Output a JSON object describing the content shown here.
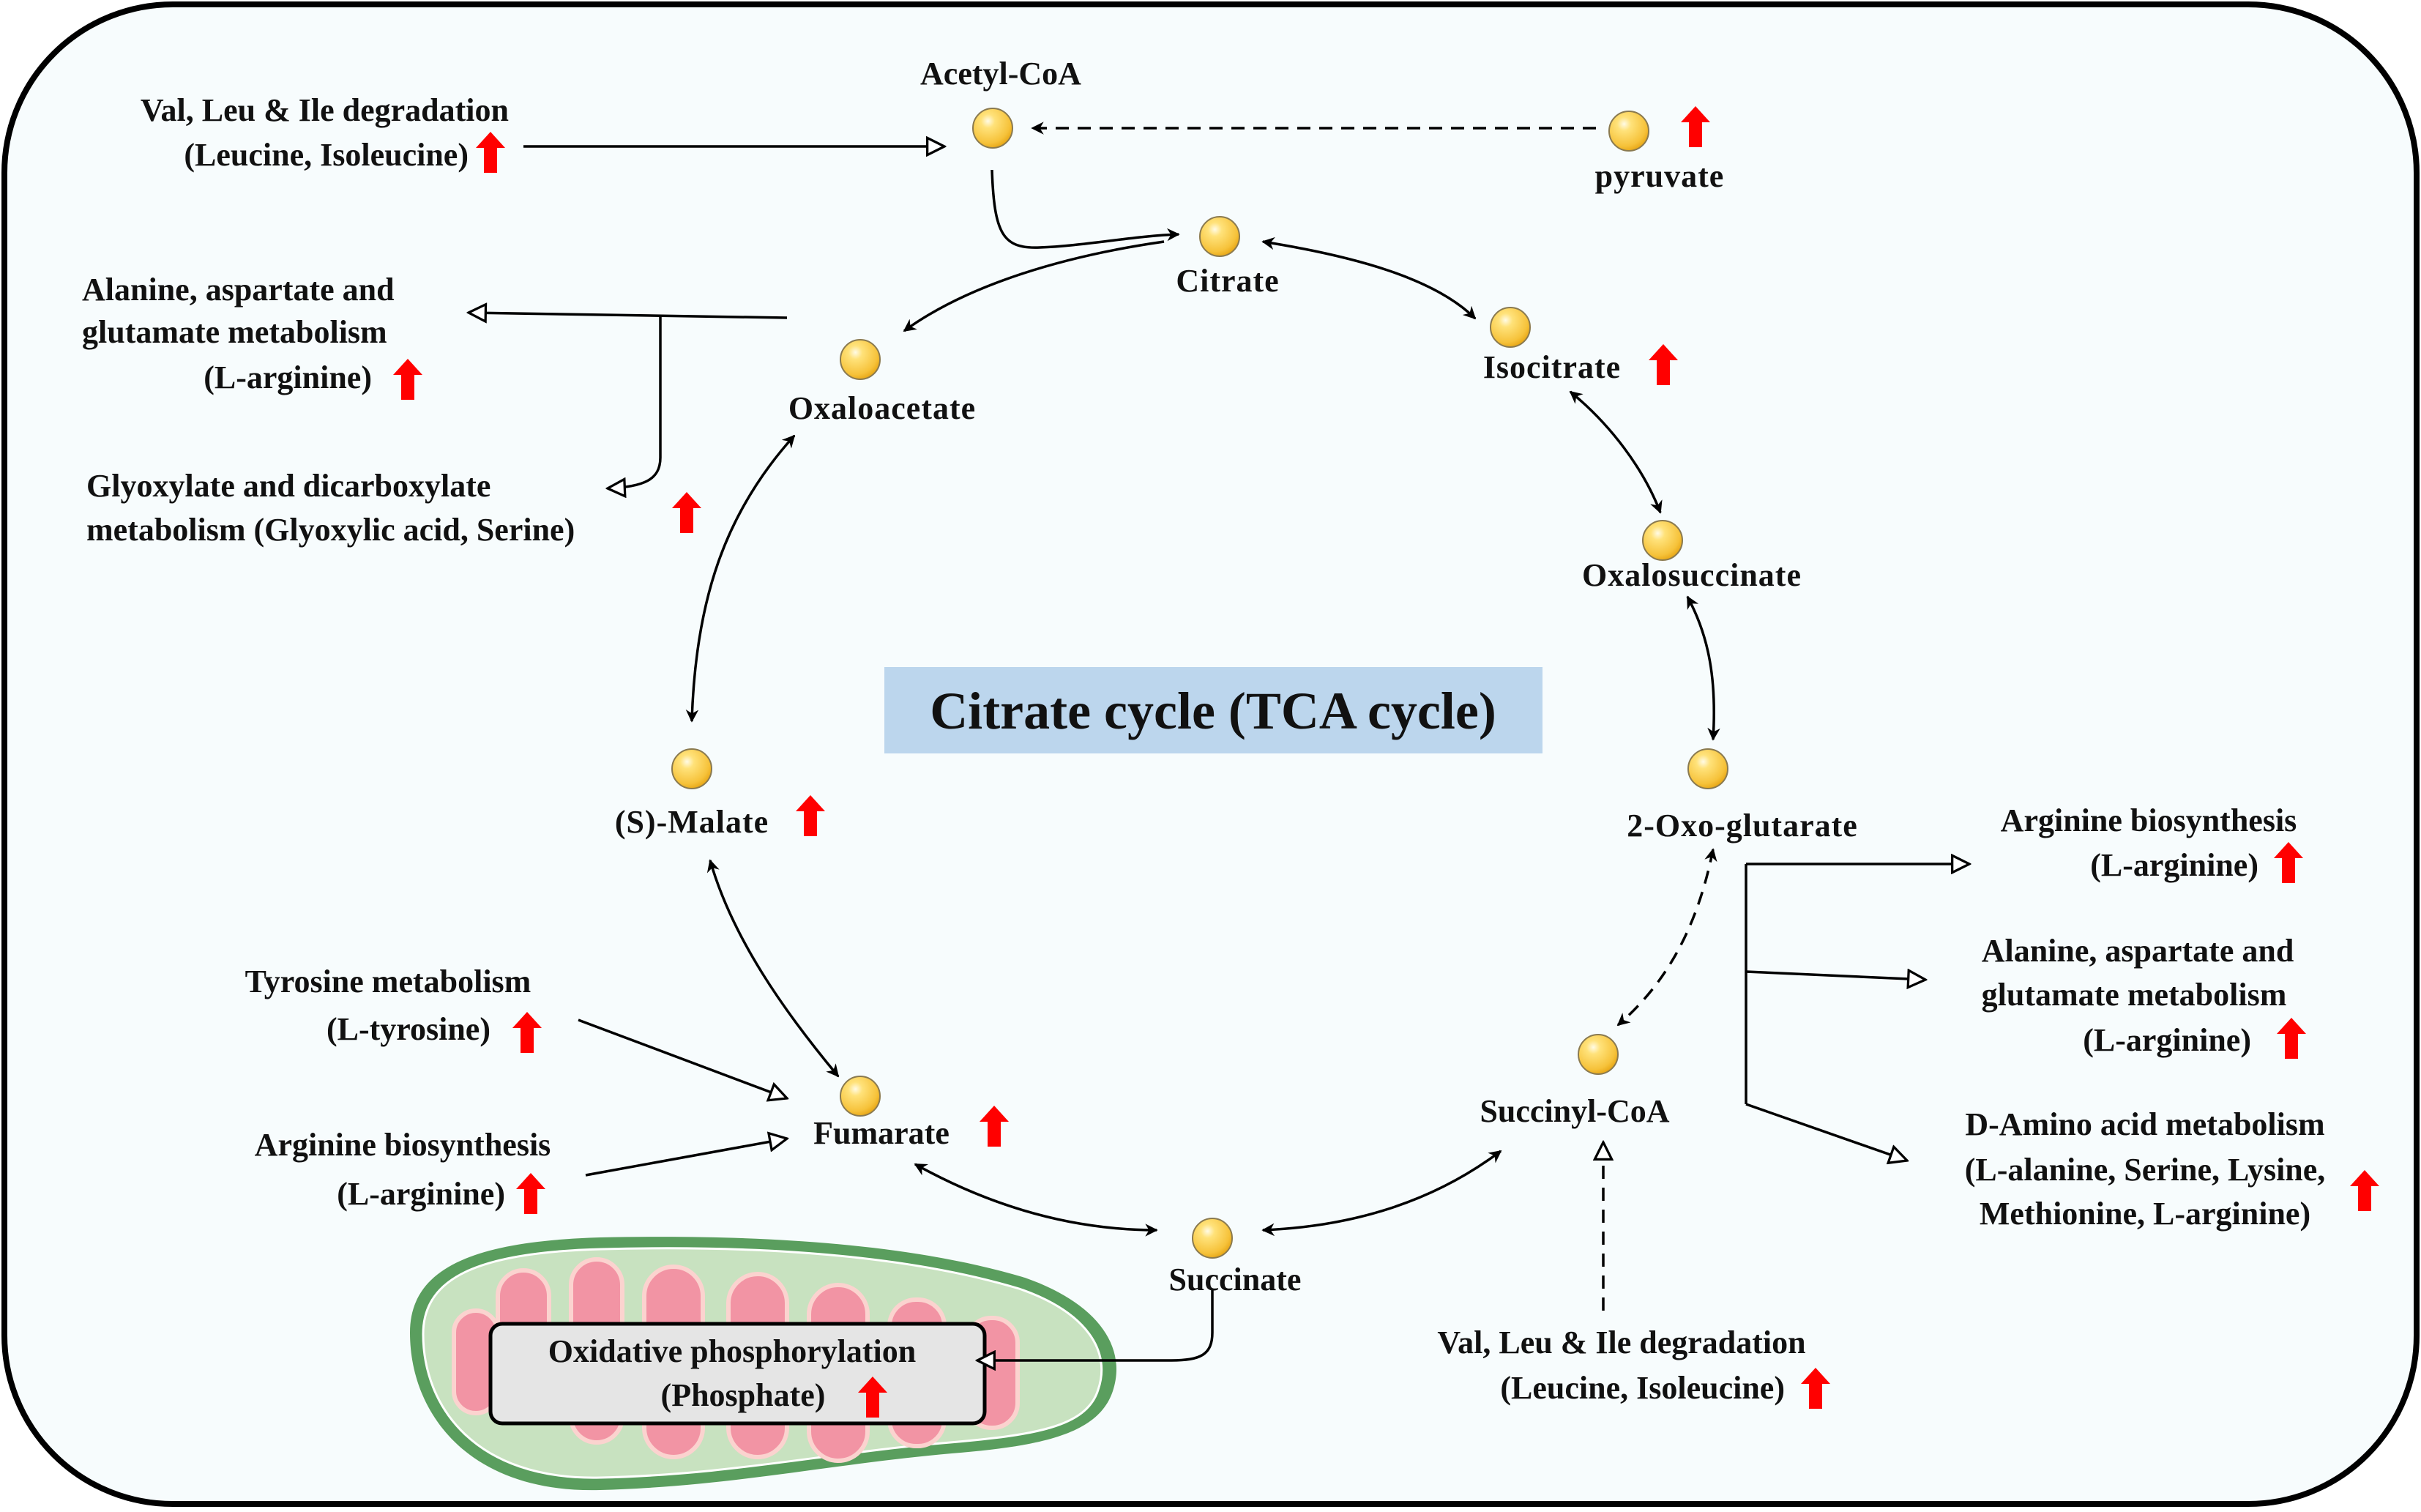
{
  "title": "Citrate cycle (TCA cycle)",
  "colors": {
    "background": "#f7fcfd",
    "title_box": "#bcd6ed",
    "up_arrow": "#ff0000",
    "node_ball": "#f8c93a",
    "node_ball_light": "#fff2b8",
    "mito_outer": "#5a9e5e",
    "mito_inner": "#c8e2c0",
    "mito_cristae": "#f294a4",
    "oxphos_box": "#e5e5e5"
  },
  "nodes": {
    "acetyl_coa": {
      "label": "Acetyl-CoA",
      "upregulated": false
    },
    "pyruvate": {
      "label": "pyruvate",
      "upregulated": true
    },
    "citrate": {
      "label": "Citrate",
      "upregulated": false
    },
    "isocitrate": {
      "label": "Isocitrate",
      "upregulated": true
    },
    "oxalosuccinate": {
      "label": "Oxalosuccinate",
      "upregulated": false
    },
    "oxoglutarate": {
      "label": "2-Oxo-glutarate",
      "upregulated": false
    },
    "succinyl_coa": {
      "label": "Succinyl-CoA",
      "upregulated": false
    },
    "succinate": {
      "label": "Succinate",
      "upregulated": false
    },
    "fumarate": {
      "label": "Fumarate",
      "upregulated": true
    },
    "malate": {
      "label": "(S)-Malate",
      "upregulated": true
    },
    "oxaloacetate": {
      "label": "Oxaloacetate",
      "upregulated": false
    }
  },
  "pathways": {
    "val_leu_ile_top": {
      "line1": "Val, Leu & Ile degradation",
      "line2": "(Leucine, Isoleucine)",
      "upregulated": true
    },
    "ala_asp_glu_left": {
      "line1": "Alanine, aspartate and",
      "line2": "glutamate metabolism",
      "line3": "(L-arginine)",
      "upregulated": true
    },
    "glyoxylate": {
      "line1": "Glyoxylate and dicarboxylate",
      "line2": "metabolism (Glyoxylic acid, Serine)",
      "upregulated": true
    },
    "tyrosine": {
      "line1": "Tyrosine metabolism",
      "line2": "(L-tyrosine)",
      "upregulated": true
    },
    "arginine_left": {
      "line1": "Arginine biosynthesis",
      "line2": "(L-arginine)",
      "upregulated": true
    },
    "oxphos": {
      "line1": "Oxidative phosphorylation",
      "line2": "(Phosphate)",
      "upregulated": true
    },
    "val_leu_ile_bottom": {
      "line1": "Val, Leu & Ile degradation",
      "line2": "(Leucine, Isoleucine)",
      "upregulated": true
    },
    "arginine_right": {
      "line1": "Arginine biosynthesis",
      "line2": "(L-arginine)",
      "upregulated": true
    },
    "ala_asp_glu_right": {
      "line1": "Alanine, aspartate and",
      "line2": "glutamate metabolism",
      "line3": "(L-arginine)",
      "upregulated": true
    },
    "d_amino": {
      "line1": "D-Amino acid metabolism",
      "line2": "(L-alanine, Serine, Lysine,",
      "line3": "Methionine, L-arginine)",
      "upregulated": true
    }
  },
  "icons": {
    "node": "metabolite-ball-icon",
    "up": "up-arrow-icon"
  }
}
